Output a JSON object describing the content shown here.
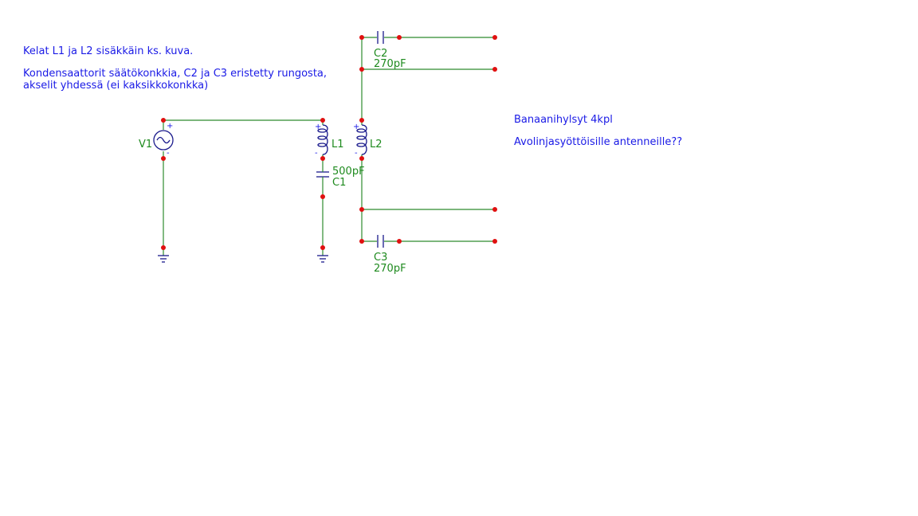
{
  "notes": {
    "line1": "Kelat L1 ja L2 sisäkkäin ks. kuva.",
    "line2": "Kondensaattorit säätökonkkia, C2 ja C3 eristetty rungosta,",
    "line3": "akselit yhdessä (ei kaksikkokonkka)",
    "line4": "Banaanihylsyt 4kpl",
    "line5": "Avolinjasyöttöisille antenneille??"
  },
  "components": {
    "v1": "V1",
    "l1": "L1",
    "l2": "L2",
    "c1_name": "C1",
    "c1_value": "500pF",
    "c2_name": "C2",
    "c2_value": "270pF",
    "c3_name": "C3",
    "c3_value": "270pF",
    "plus": "+",
    "minus": "-"
  },
  "colors": {
    "wire": "#2e8b2e",
    "node": "#e01010",
    "component": "#1a1a8c",
    "note_text": "#1a1ae6",
    "label_text": "#1e8a1e"
  }
}
